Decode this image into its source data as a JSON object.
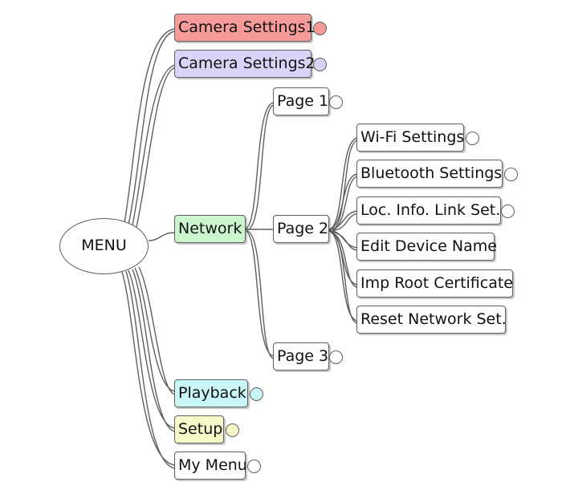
{
  "root": {
    "label": "MENU"
  },
  "colors": {
    "camera_settings1": "#f79a9a",
    "camera_settings2": "#d7d4f8",
    "network": "#cbf6cd",
    "playback": "#c9f7f7",
    "setup": "#f7f8c8",
    "line": "#5f5f5f"
  },
  "branches": [
    {
      "label": "Camera Settings1",
      "color": "#f79a9a"
    },
    {
      "label": "Camera Settings2",
      "color": "#d7d4f8"
    },
    {
      "label": "Network",
      "color": "#cbf6cd",
      "children": [
        {
          "label": "Page 1"
        },
        {
          "label": "Page 2",
          "children": [
            {
              "label": "Wi-Fi Settings"
            },
            {
              "label": "Bluetooth Settings"
            },
            {
              "label": "Loc. Info. Link Set."
            },
            {
              "label": "Edit Device Name"
            },
            {
              "label": "Imp Root Certificate"
            },
            {
              "label": "Reset Network Set."
            }
          ]
        },
        {
          "label": "Page 3"
        }
      ]
    },
    {
      "label": "Playback",
      "color": "#c9f7f7"
    },
    {
      "label": "Setup",
      "color": "#f7f8c8"
    },
    {
      "label": "My Menu"
    }
  ]
}
